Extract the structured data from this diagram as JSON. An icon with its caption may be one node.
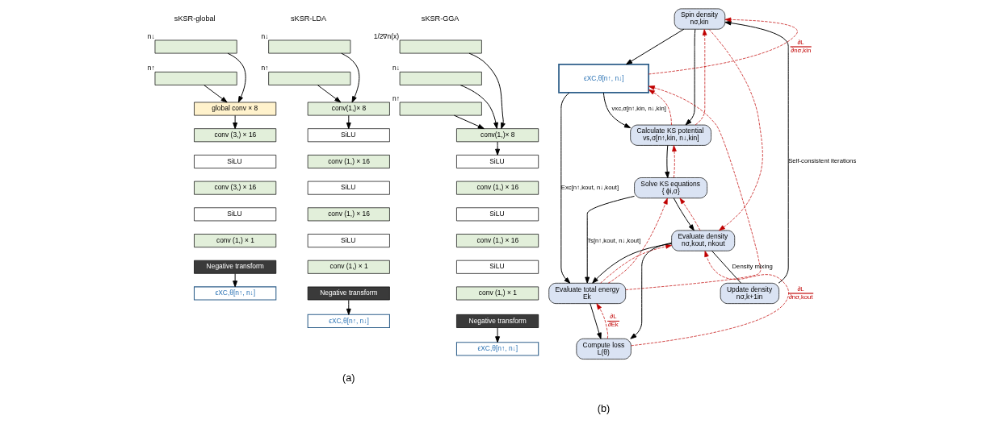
{
  "diagram": {
    "nodes": [
      {
        "text": [],
        "shape": "box",
        "beside": [
          "n↓"
        ]
      },
      {
        "text": [],
        "shape": "box",
        "beside": [
          "n↑"
        ]
      },
      {
        "text": [
          "global conv × 8"
        ]
      },
      {
        "text": [
          "conv (3,) × 16"
        ]
      },
      {
        "text": [
          "SiLU"
        ]
      },
      {
        "text": [
          "conv (3,) × 16"
        ]
      },
      {
        "text": [
          "SiLU"
        ]
      },
      {
        "text": [
          "conv (1,) × 1"
        ]
      },
      {
        "text": [
          "Negative transform"
        ]
      },
      {
        "text": [
          "ϵXC,θ[n↑, n↓]"
        ]
      },
      {
        "text": [],
        "shape": "box",
        "beside": [
          "n↓"
        ]
      },
      {
        "text": [],
        "shape": "box",
        "beside": [
          "n↑"
        ]
      },
      {
        "text": [
          "conv(1,)× 8"
        ]
      },
      {
        "text": [
          "SiLU"
        ]
      },
      {
        "text": [
          "conv (1,) × 16"
        ]
      },
      {
        "text": [
          "SiLU"
        ]
      },
      {
        "text": [
          "conv (1,) × 16"
        ]
      },
      {
        "text": [
          "SiLU"
        ]
      },
      {
        "text": [
          "conv (1,) × 1"
        ]
      },
      {
        "text": [
          "Negative transform"
        ]
      },
      {
        "text": [
          "ϵXC,θ[n↑, n↓]"
        ]
      },
      {
        "text": [],
        "shape": "box",
        "beside": [
          "1/2∇n(x)"
        ]
      },
      {
        "text": [],
        "shape": "box",
        "beside": [
          "n↓"
        ]
      },
      {
        "text": [],
        "shape": "box",
        "beside": [
          "n↑"
        ]
      },
      {
        "text": [
          "conv(1,)× 8"
        ]
      },
      {
        "text": [
          "SiLU"
        ]
      },
      {
        "text": [
          "conv (1,) × 16"
        ]
      },
      {
        "text": [
          "SiLU"
        ]
      },
      {
        "text": [
          "conv (1,) × 16"
        ]
      },
      {
        "text": [
          "SiLU"
        ]
      },
      {
        "text": [
          "conv (1,) × 1"
        ]
      },
      {
        "text": [
          "Negative transform"
        ]
      },
      {
        "text": [
          "ϵXC,θ[n↑, n↓]"
        ]
      },
      {
        "text": [
          "Spin density",
          "nσ,kin"
        ]
      },
      {
        "text": [
          "Update density",
          "nσ,k+1in"
        ]
      },
      {
        "text": [
          "Calculate KS potential",
          "vs,σ[n↑,kin, n↓,kin]"
        ]
      },
      {
        "text": [
          "ϵXC,θ[n↑, n↓]"
        ]
      },
      {
        "text": [
          "Solve KS equations",
          "{ ϕi,σ}"
        ]
      },
      {
        "text": [
          "Evaluate total energy",
          "Ek"
        ]
      },
      {
        "text": [
          "Evaluate density",
          "nσ,kout, nkout"
        ]
      },
      {
        "text": [
          "Compute loss",
          "L(θ)"
        ]
      }
    ],
    "edges": [
      {
        "from": 0,
        "to": 2,
        "arrow": "to"
      },
      {
        "from": 1,
        "to": 2,
        "arrow": "to"
      },
      {
        "from": 2,
        "to": 3,
        "arrow": "to"
      },
      {
        "from": 8,
        "to": 9,
        "arrow": "to"
      },
      {
        "from": 10,
        "to": 12,
        "arrow": "to"
      },
      {
        "from": 11,
        "to": 12,
        "arrow": "to"
      },
      {
        "from": 12,
        "to": 13,
        "arrow": "to"
      },
      {
        "from": 19,
        "to": 20,
        "arrow": "to"
      },
      {
        "from": 21,
        "to": 24,
        "arrow": "to"
      },
      {
        "from": 22,
        "to": 24,
        "arrow": "to"
      },
      {
        "from": 23,
        "to": 24,
        "arrow": "to"
      },
      {
        "from": 24,
        "to": 25,
        "arrow": "to"
      },
      {
        "from": 31,
        "to": 32,
        "arrow": "to"
      },
      {
        "from": 34,
        "to": 33,
        "arrow": "to",
        "label": "Self-consistent iterations"
      },
      {
        "from": 33,
        "to": 35,
        "arrow": "to"
      },
      {
        "from": 33,
        "to": 36,
        "arrow": "to"
      },
      {
        "from": 36,
        "to": 35,
        "arrow": "to",
        "label": "vxc,σ[n↑,kin, n↓,kin]"
      },
      {
        "from": 36,
        "to": 38,
        "arrow": "to",
        "label": "Exc[n↑,kout, n↓,kout]"
      },
      {
        "from": 35,
        "to": 37,
        "arrow": "to"
      },
      {
        "from": 37,
        "to": 38,
        "arrow": "to",
        "label": "Ts[n↑,kout, n↓,kout]"
      },
      {
        "from": 37,
        "to": 39,
        "arrow": "to"
      },
      {
        "from": 39,
        "to": 38,
        "arrow": "to"
      },
      {
        "from": 39,
        "to": 34,
        "arrow": "none",
        "label": "Density mixing"
      },
      {
        "from": 39,
        "to": 40,
        "arrow": "to"
      },
      {
        "from": 38,
        "to": 40,
        "arrow": "to"
      },
      {
        "from": 40,
        "to": 39,
        "arrow": "to",
        "style": "dashed",
        "color": "#c00000",
        "label": "∂L ∂nσ,kout"
      },
      {
        "from": 40,
        "to": 38,
        "arrow": "to",
        "style": "dashed",
        "color": "#c00000",
        "label": "∂L ∂Ek"
      },
      {
        "from": 38,
        "to": 37,
        "arrow": "to",
        "style": "dashed",
        "color": "#c00000"
      },
      {
        "from": 38,
        "to": 39,
        "arrow": "to",
        "style": "dashed",
        "color": "#c00000"
      },
      {
        "from": 38,
        "to": 36,
        "arrow": "to",
        "style": "dashed",
        "color": "#c00000"
      },
      {
        "from": 35,
        "to": 36,
        "arrow": "to",
        "style": "dashed",
        "color": "#c00000"
      },
      {
        "from": 39,
        "to": 37,
        "arrow": "to",
        "style": "dashed",
        "color": "#c00000"
      },
      {
        "from": 37,
        "to": 35,
        "arrow": "to",
        "style": "dashed",
        "color": "#c00000"
      },
      {
        "from": 35,
        "to": 33,
        "arrow": "to",
        "style": "dashed",
        "color": "#c00000"
      },
      {
        "from": 36,
        "to": 33,
        "arrow": "to",
        "style": "dashed",
        "color": "#c00000",
        "label": "∂L ∂nσ,kin"
      },
      {
        "from": 33,
        "to": 39,
        "arrow": "to",
        "style": "dashed",
        "color": "#c00000"
      }
    ],
    "labels": [
      "sKSR-global",
      "sKSR-LDA",
      "sKSR-GGA",
      "(a)",
      "(b)"
    ]
  }
}
